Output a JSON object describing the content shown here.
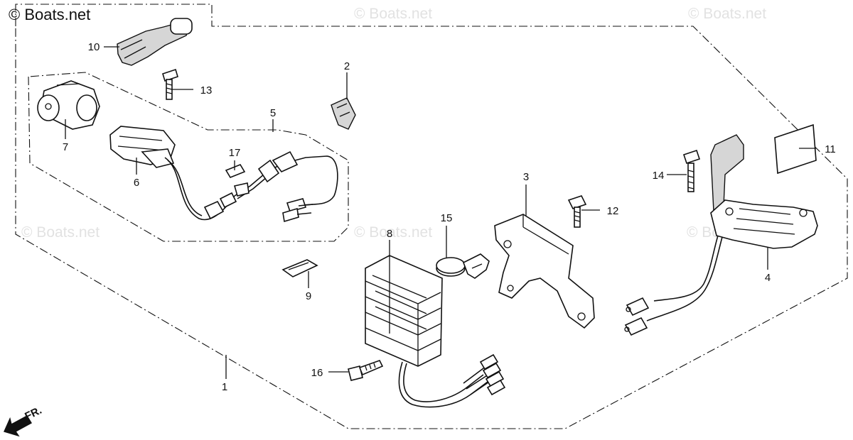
{
  "brand": {
    "text": "© Boats.net"
  },
  "watermarks": [
    "© Boats.net",
    "© Boats.net",
    "© Boats.net",
    "© Boats.net",
    "© Boats.net"
  ],
  "direction_label": "FR.",
  "callouts": [
    "1",
    "2",
    "3",
    "4",
    "5",
    "6",
    "7",
    "8",
    "9",
    "10",
    "11",
    "12",
    "13",
    "14",
    "15",
    "16",
    "17"
  ]
}
